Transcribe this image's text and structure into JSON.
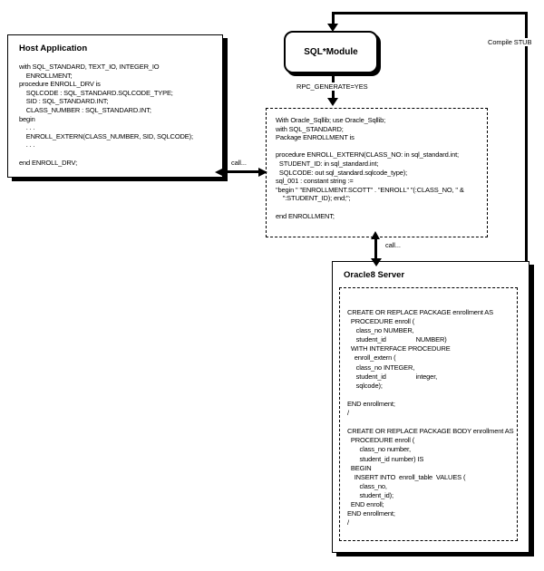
{
  "diagram": {
    "host": {
      "title": "Host Application",
      "code": "with SQL_STANDARD, TEXT_IO, INTEGER_IO\n    ENROLLMENT;\nprocedure ENROLL_DRV is\n    SQLCODE : SQL_STANDARD.SQLCODE_TYPE;\n    SID : SQL_STANDARD.INT;\n    CLASS_NUMBER : SQL_STANDARD.INT;\nbegin\n    . . .\n    ENROLL_EXTERN(CLASS_NUMBER, SID, SQLCODE);\n    . . .\n\nend ENROLL_DRV;"
    },
    "sql_module": {
      "title": "SQL*Module"
    },
    "module_spec": {
      "code": "With Oracle_Sqllib; use Oracle_Sqllib;\nwith SQL_STANDARD;\nPackage ENROLLMENT is\n\nprocedure ENROLL_EXTERN(CLASS_NO: in sql_standard.int;\n  STUDENT_ID: in sql_standard.int;\n  SQLCODE: out sql_standard.sqlcode_type);\nsql_001 : constant string :=\n\"begin \" \"ENROLLMENT.SCOTT\" . \"ENROLL\" \"(:CLASS_NO, \" &\n    \":STUDENT_ID); end;\";\n\nend ENROLLMENT;"
    },
    "server": {
      "title": "Oracle8 Server",
      "code": "CREATE OR REPLACE PACKAGE enrollment AS\n  PROCEDURE enroll (\n     class_no NUMBER,\n     student_id                 NUMBER)\n  WITH INTERFACE PROCEDURE\n    enroll_extern (\n     class_no INTEGER,\n     student_id                 integer,\n     sqlcode);\n\nEND enrollment;\n/\n\nCREATE OR REPLACE PACKAGE BODY enrollment AS\n  PROCEDURE enroll (\n       class_no number,\n       student_id number) IS\n  BEGIN\n    INSERT INTO  enroll_table  VALUES (\n       class_no,\n       student_id);\n  END enroll;\nEND enrollment;\n/"
    },
    "labels": {
      "rpc_generate": "RPC_GENERATE=YES",
      "compile_stub": "Compile STUB",
      "call_left": "call...",
      "call_bottom": "call..."
    },
    "colors": {
      "line": "#000000",
      "background": "#ffffff"
    }
  }
}
